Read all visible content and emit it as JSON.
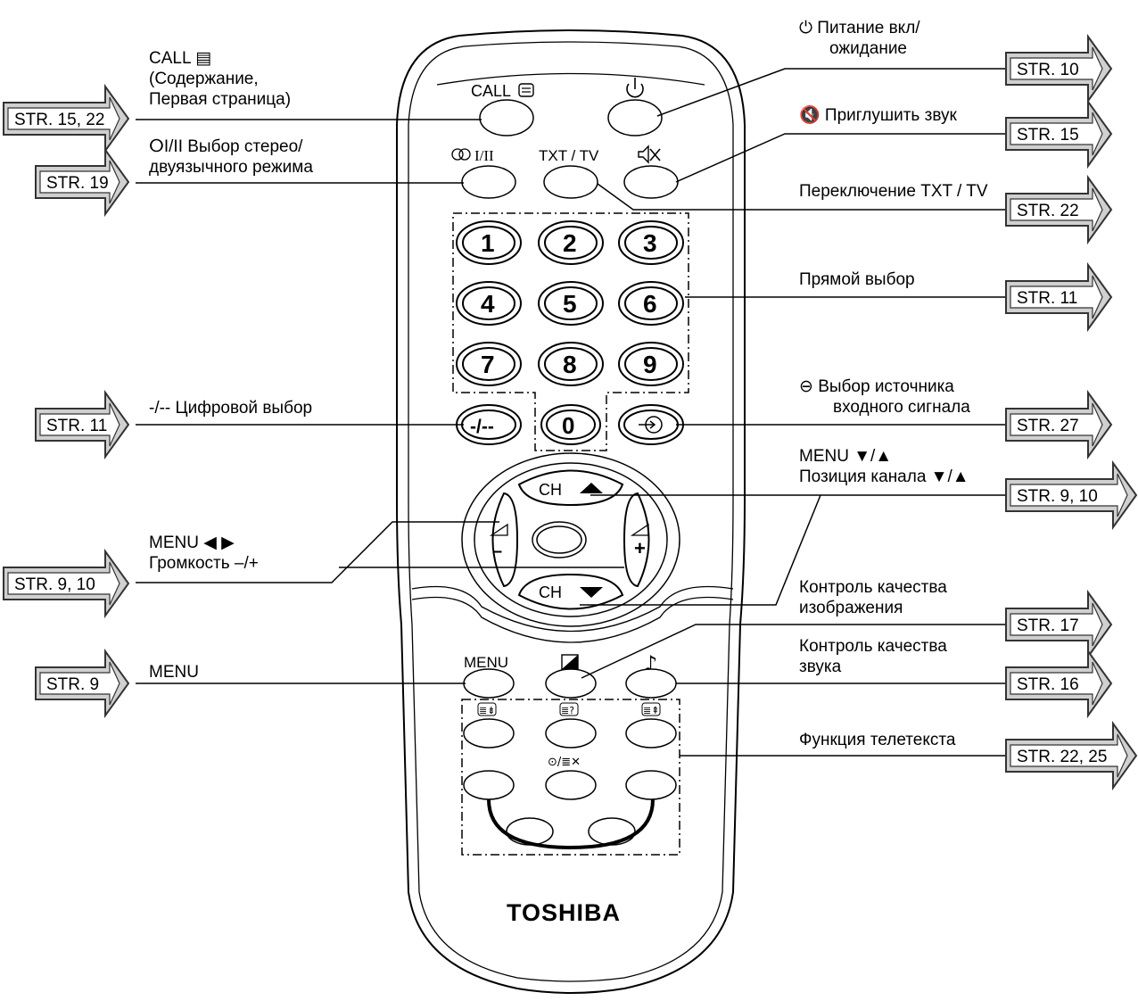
{
  "remote": {
    "brand": "TOSHIBA",
    "top_labels": {
      "call": "CALL",
      "power": "⏻",
      "stereo": "I/II",
      "txt_tv": "TXT / TV",
      "mute": "🔇",
      "menu": "MENU"
    },
    "digits": [
      "1",
      "2",
      "3",
      "4",
      "5",
      "6",
      "7",
      "8",
      "9"
    ],
    "zero": "0",
    "digit_mode": "-/--",
    "ch_up": "CH",
    "ch_down": "CH",
    "vol_minus": "–",
    "vol_plus": "+",
    "teletext_icons": [
      "≣⇟",
      "≣?",
      "≣⇞",
      "⊙/≣✕"
    ]
  },
  "callouts": [
    {
      "id": "call",
      "text": [
        "CALL ▤",
        "(Содержание,",
        "Первая страница)"
      ]
    },
    {
      "id": "stereo",
      "text": [
        "ⵔI/II Выбор стерео/",
        "двуязычного режима"
      ]
    },
    {
      "id": "power",
      "text": [
        "⏻ Питание вкл/",
        "ожидание"
      ]
    },
    {
      "id": "mute",
      "text": [
        "🔇 Приглушить звук"
      ]
    },
    {
      "id": "txt",
      "text": [
        "Переключение TXT / TV"
      ]
    },
    {
      "id": "direct",
      "text": [
        "Прямой выбор"
      ]
    },
    {
      "id": "digit",
      "text": [
        "-/-- Цифровой выбор"
      ]
    },
    {
      "id": "input",
      "text": [
        "⊖ Выбор источника",
        "входного сигнала"
      ]
    },
    {
      "id": "chpos",
      "text": [
        "MENU ▼/▲",
        "Позиция канала ▼/▲"
      ]
    },
    {
      "id": "volume",
      "text": [
        "MENU ◀ ▶",
        "Громкость –/+"
      ]
    },
    {
      "id": "picture",
      "text": [
        "Контроль качества",
        "изображения"
      ]
    },
    {
      "id": "sound",
      "text": [
        "Контроль качества",
        "звука"
      ]
    },
    {
      "id": "menu",
      "text": [
        "MENU"
      ]
    },
    {
      "id": "teletext",
      "text": [
        "Функция телетекста"
      ]
    }
  ],
  "page_refs": {
    "call": "STR. 15, 22",
    "stereo": "STR. 19",
    "digit": "STR. 11",
    "volume": "STR. 9, 10",
    "menu": "STR. 9",
    "power": "STR. 10",
    "mute": "STR. 15",
    "txt": "STR. 22",
    "direct": "STR. 11",
    "input": "STR. 27",
    "chpos": "STR. 9, 10",
    "picture": "STR. 17",
    "sound": "STR. 16",
    "teletext": "STR. 22, 25"
  }
}
